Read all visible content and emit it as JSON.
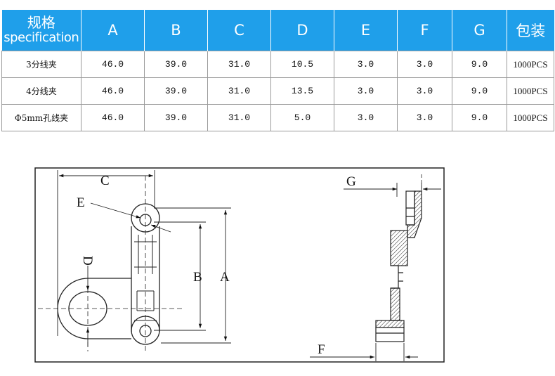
{
  "table": {
    "headers": {
      "spec_zh": "规格",
      "spec_en": "specification",
      "cols": [
        "A",
        "B",
        "C",
        "D",
        "E",
        "F",
        "G"
      ],
      "pack": "包装"
    },
    "rows": [
      {
        "name": "3分线夹",
        "values": [
          "46.0",
          "39.0",
          "31.0",
          "10.5",
          "3.0",
          "3.0",
          "9.0"
        ],
        "pack": "1000PCS"
      },
      {
        "name": "4分线夹",
        "values": [
          "46.0",
          "39.0",
          "31.0",
          "13.5",
          "3.0",
          "3.0",
          "9.0"
        ],
        "pack": "1000PCS"
      },
      {
        "name": "Φ5mm孔线夹",
        "values": [
          "46.0",
          "39.0",
          "31.0",
          "5.0",
          "3.0",
          "3.0",
          "9.0"
        ],
        "pack": "1000PCS"
      }
    ],
    "colors": {
      "header_bg": "#1f9fea",
      "header_text": "#ffffff",
      "border": "#9a9a9a"
    }
  },
  "drawing": {
    "labels": {
      "A": "A",
      "B": "B",
      "C": "C",
      "D": "D",
      "E": "E",
      "F": "F",
      "G": "G"
    }
  }
}
